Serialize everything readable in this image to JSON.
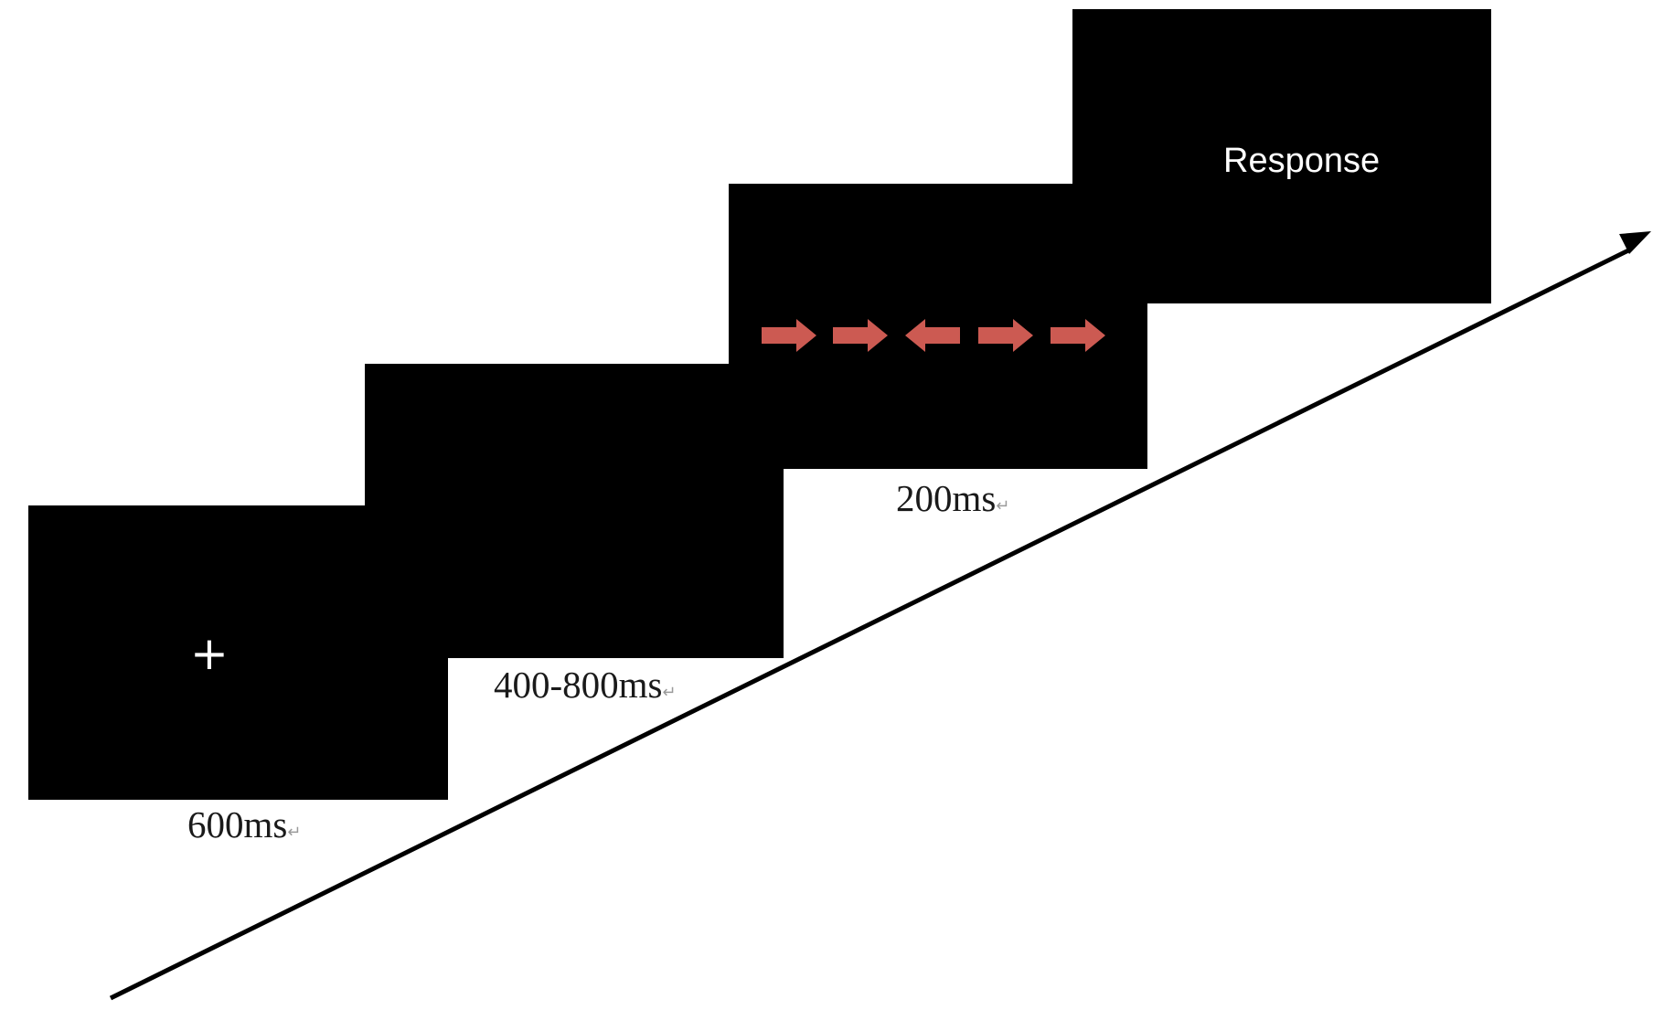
{
  "trial": {
    "fixation": {
      "symbol": "+"
    },
    "response": {
      "label": "Response"
    },
    "durations": {
      "fixation": "600ms",
      "interval": "400-800ms",
      "stimulus": "200ms"
    },
    "return_mark": "↵"
  },
  "flanker_arrows": [
    "right",
    "right",
    "left",
    "right",
    "right"
  ],
  "colors": {
    "screen": "#000000",
    "arrow": "#cc5a52",
    "text": "#1a1a1a",
    "timeline": "#000000"
  }
}
